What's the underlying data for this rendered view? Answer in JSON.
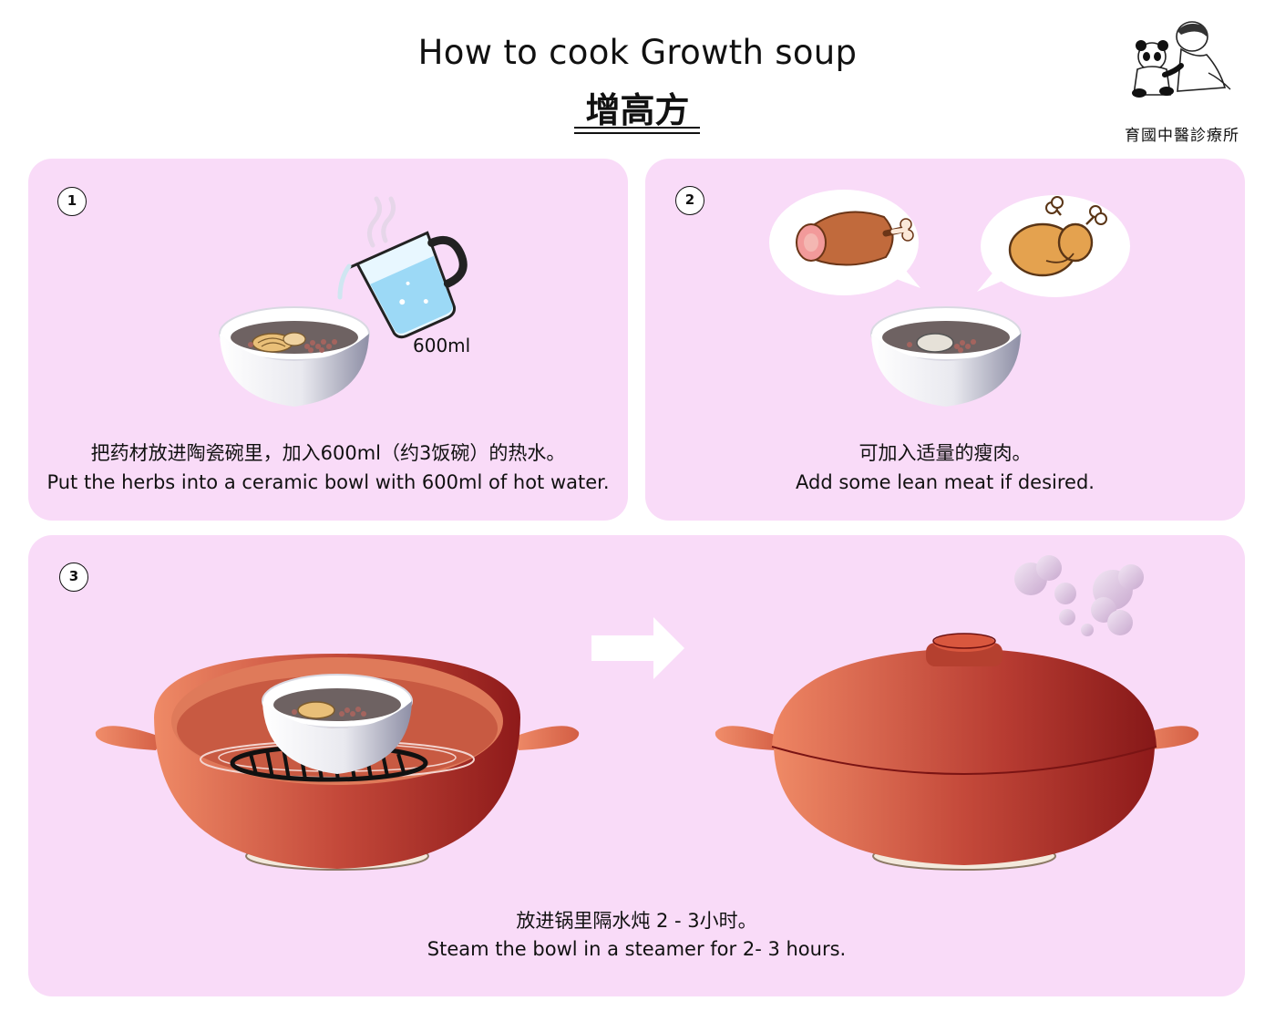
{
  "header": {
    "title_en": "How to cook Growth soup",
    "title_zh": "增高方"
  },
  "logo": {
    "text": "育國中醫診療所"
  },
  "steps": [
    {
      "number": "1",
      "caption_zh": "把药材放进陶瓷碗里，加入600ml（约3饭碗）的热水。",
      "caption_en": "Put the herbs into a ceramic bowl with 600ml of hot water.",
      "volume_label": "600ml"
    },
    {
      "number": "2",
      "caption_zh": "可加入适量的瘦肉。",
      "caption_en": "Add some lean meat if desired."
    },
    {
      "number": "3",
      "caption_zh": "放进锅里隔水炖 2 - 3小时。",
      "caption_en": "Steam the bowl in a steamer for 2- 3 hours."
    }
  ],
  "colors": {
    "panel_bg": "#f9dbf8",
    "pot_light": "#ef8a66",
    "pot_dark": "#8e1a1a",
    "flame": "#2d86e8"
  },
  "icons": [
    "steam-icon",
    "measuring-cup-icon",
    "herb-bowl-icon",
    "ham-icon",
    "roast-chicken-icon",
    "arrow-right-icon",
    "steamer-pot-icon",
    "lidded-pot-icon",
    "gas-flame-icon",
    "panda-logo-icon"
  ]
}
